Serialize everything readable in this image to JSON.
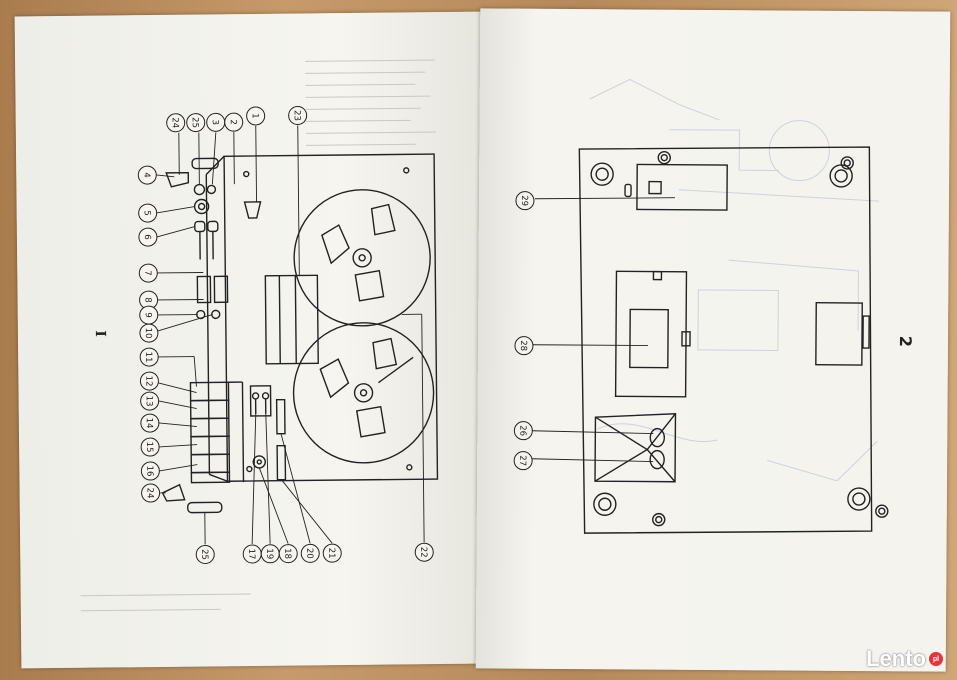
{
  "left_page": {
    "roman_numeral": "I",
    "callouts_top": [
      "24",
      "25",
      "3",
      "2",
      "1",
      "23"
    ],
    "callouts_left": [
      "4",
      "5",
      "6",
      "7",
      "8",
      "9",
      "10",
      "11",
      "12",
      "13",
      "14",
      "15",
      "16",
      "24"
    ],
    "callouts_bottom": [
      "25",
      "17",
      "19",
      "18",
      "20",
      "21",
      "22"
    ]
  },
  "right_page": {
    "page_number": "2",
    "callouts": [
      "29",
      "28",
      "26",
      "27"
    ]
  },
  "watermark": {
    "text": "Lento",
    "badge": "pl",
    "badge_color": "#e3343f"
  }
}
